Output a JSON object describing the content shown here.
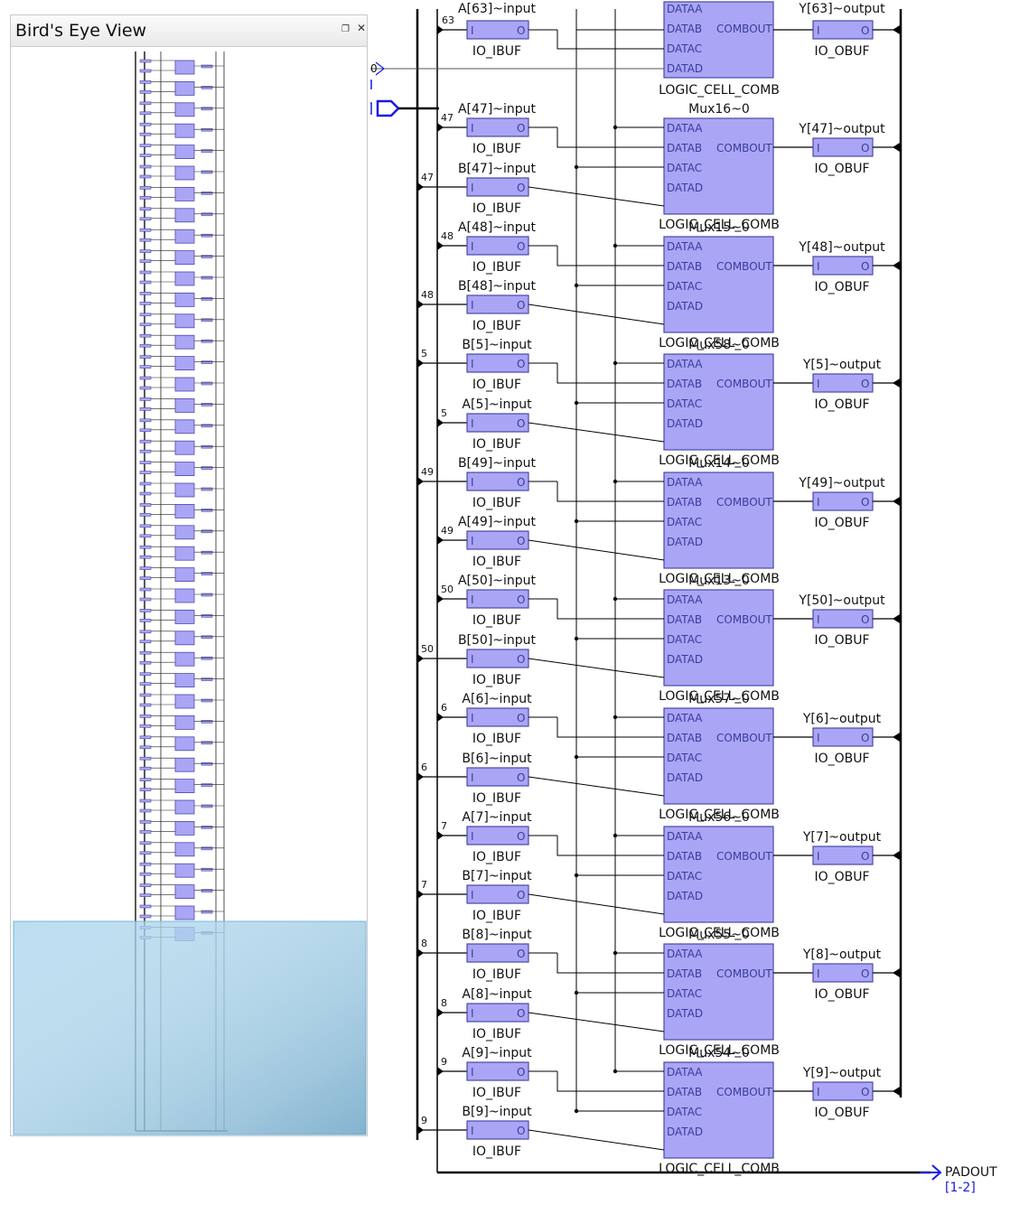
{
  "birds_eye": {
    "title": "Bird's Eye View",
    "restore_icon": "restore-window-icon",
    "close_icon": "close-icon",
    "thumbnail_rows": 42,
    "viewport_overlay_color": "#a6d3ec"
  },
  "colors": {
    "block_fill": "#aaa6f5",
    "block_border": "#4b48a8",
    "port_text": "#3c3a9e",
    "wire": "#000000",
    "pin_blue": "#1a1ae6"
  },
  "schematic": {
    "ibuf_label": "IO_IBUF",
    "obuf_label": "IO_OBUF",
    "cell_label": "LOGIC_CELL_COMB",
    "ibuf_port_in": "I",
    "ibuf_port_out": "O",
    "cell_ports": [
      "DATAA",
      "DATAB",
      "DATAC",
      "DATAD"
    ],
    "cell_out": "COMBOUT",
    "top_partial": {
      "in_label": "A[63]~input",
      "bus_index": "63",
      "out_label": "Y[63]~output"
    },
    "stray_connector_label": "0",
    "groups": [
      {
        "mux": "Mux16~0",
        "in1": "A[47]~input",
        "idx1": "47",
        "in2": "B[47]~input",
        "idx2": "47",
        "out": "Y[47]~output"
      },
      {
        "mux": "Mux15~0",
        "in1": "A[48]~input",
        "idx1": "48",
        "in2": "B[48]~input",
        "idx2": "48",
        "out": "Y[48]~output"
      },
      {
        "mux": "Mux58~0",
        "in1": "B[5]~input",
        "idx1": "5",
        "in2": "A[5]~input",
        "idx2": "5",
        "out": "Y[5]~output"
      },
      {
        "mux": "Mux14~0",
        "in1": "B[49]~input",
        "idx1": "49",
        "in2": "A[49]~input",
        "idx2": "49",
        "out": "Y[49]~output"
      },
      {
        "mux": "Mux13~0",
        "in1": "A[50]~input",
        "idx1": "50",
        "in2": "B[50]~input",
        "idx2": "50",
        "out": "Y[50]~output"
      },
      {
        "mux": "Mux57~0",
        "in1": "A[6]~input",
        "idx1": "6",
        "in2": "B[6]~input",
        "idx2": "6",
        "out": "Y[6]~output"
      },
      {
        "mux": "Mux56~0",
        "in1": "A[7]~input",
        "idx1": "7",
        "in2": "B[7]~input",
        "idx2": "7",
        "out": "Y[7]~output"
      },
      {
        "mux": "Mux55~0",
        "in1": "B[8]~input",
        "idx1": "8",
        "in2": "A[8]~input",
        "idx2": "8",
        "out": "Y[8]~output"
      },
      {
        "mux": "Mux54~0",
        "in1": "A[9]~input",
        "idx1": "9",
        "in2": "B[9]~input",
        "idx2": "9",
        "out": "Y[9]~output"
      }
    ],
    "padout_label": "PADOUT",
    "padout_range": "[1-2]"
  }
}
